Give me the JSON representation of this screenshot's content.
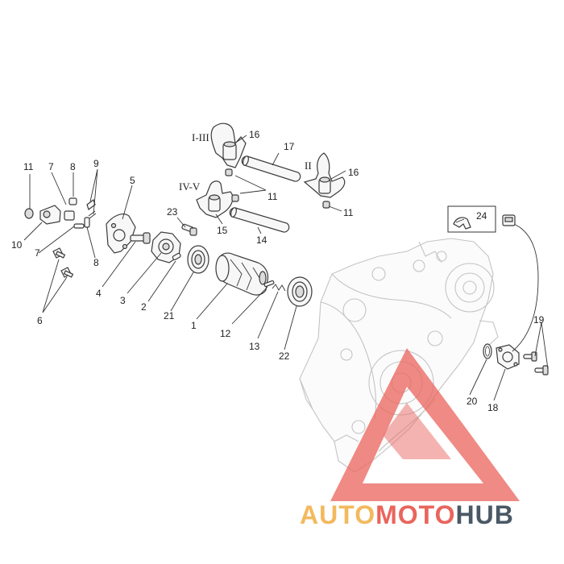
{
  "labels": {
    "l1": "1",
    "l2": "2",
    "l3": "3",
    "l4": "4",
    "l5": "5",
    "l6": "6",
    "l7a": "7",
    "l7b": "7",
    "l8a": "8",
    "l8b": "8",
    "l9": "9",
    "l10": "10",
    "l11a": "11",
    "l11b": "11",
    "l11c": "11",
    "l12": "12",
    "l13": "13",
    "l14": "14",
    "l15": "15",
    "l16a": "16",
    "l16b": "16",
    "l17": "17",
    "l18": "18",
    "l19": "19",
    "l20": "20",
    "l21": "21",
    "l22": "22",
    "l23": "23",
    "l24": "24"
  },
  "gear_marks": {
    "g13": "I-III",
    "g2": "II",
    "g45": "IV-V"
  },
  "watermark": {
    "part1": "AUTO",
    "part2": "MOTO",
    "part3": "HUB",
    "color_orange": "#f2b451",
    "color_red": "#e8584f",
    "color_dark": "#3b4a5a",
    "triangle_color": "#ea6a63"
  }
}
